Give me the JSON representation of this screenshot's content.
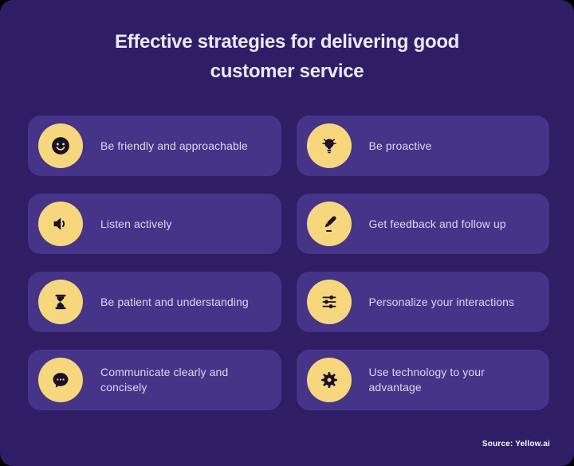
{
  "page": {
    "title_line1": "Effective strategies for delivering good",
    "title_line2": "customer service",
    "source": "Source: Yellow.ai"
  },
  "colors": {
    "background": "#2f1d66",
    "card": "#453487",
    "circle": "#f7d77d",
    "title_text": "#ece8f8",
    "label_text": "#ddd7f3",
    "icon": "#17112a",
    "source_text": "#ffffff"
  },
  "cards": [
    {
      "icon": "smiley-icon",
      "label": "Be friendly and approachable"
    },
    {
      "icon": "lightbulb-icon",
      "label": "Be proactive"
    },
    {
      "icon": "speaker-icon",
      "label": "Listen actively"
    },
    {
      "icon": "pencil-icon",
      "label": "Get feedback and follow up"
    },
    {
      "icon": "hourglass-icon",
      "label": "Be patient and understanding"
    },
    {
      "icon": "sliders-icon",
      "label": "Personalize your interactions"
    },
    {
      "icon": "chat-bubble-icon",
      "label": "Communicate clearly and concisely"
    },
    {
      "icon": "gear-icon",
      "label": "Use technology to your advantage"
    }
  ]
}
